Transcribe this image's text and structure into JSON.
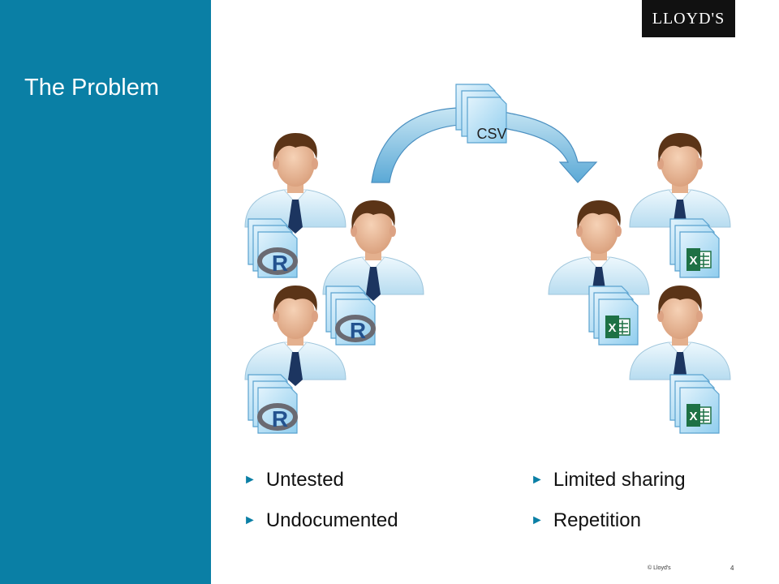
{
  "slide": {
    "title": "The Problem",
    "logo_text": "LLOYD'S",
    "flow_label": "CSV",
    "left_bullets": [
      "Untested",
      "Undocumented"
    ],
    "right_bullets": [
      "Limited sharing",
      "Repetition"
    ],
    "copyright": "© Lloyd's",
    "page_number": "4"
  },
  "colors": {
    "sidebar": "#0a7fa5",
    "excel": "#1e7145",
    "r_logo": "#6a6a72",
    "logo_bg": "#111111"
  },
  "icons": [
    "person-icon",
    "r-document-stack-icon",
    "excel-document-stack-icon",
    "csv-document-stack-icon",
    "curved-arrow-icon"
  ]
}
